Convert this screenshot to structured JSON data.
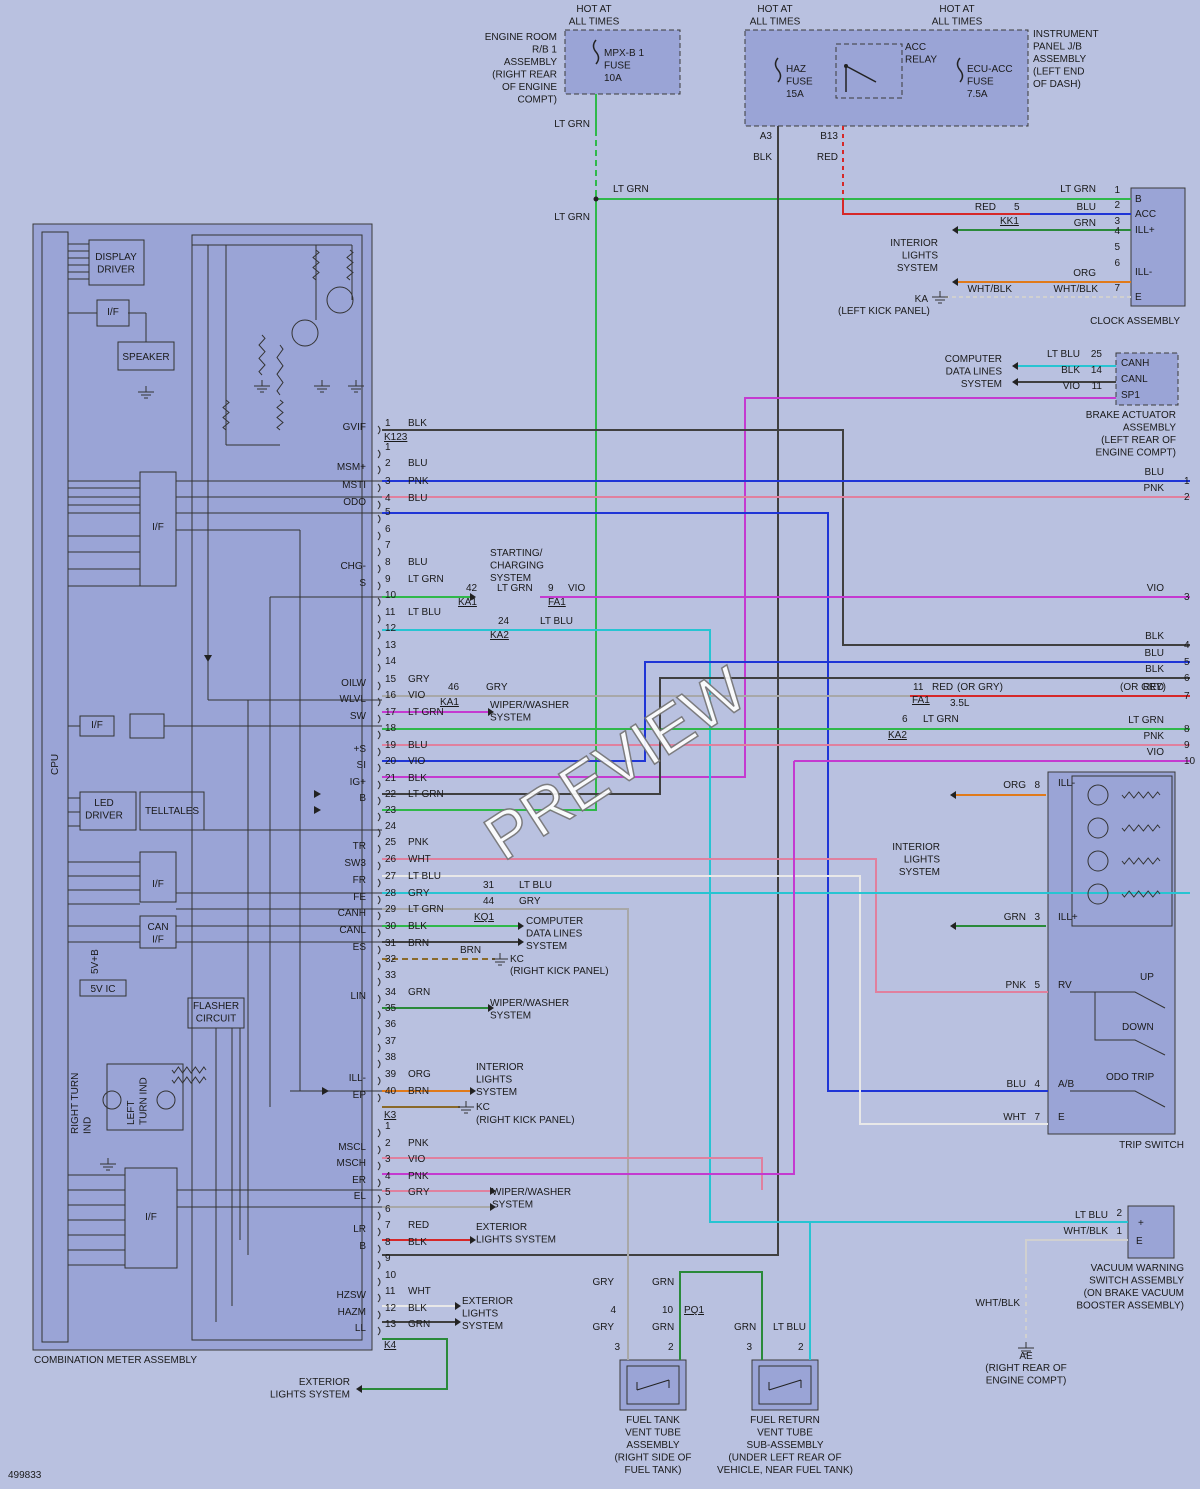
{
  "colors": {
    "BLK": "#404040",
    "BLU": "#1f35d6",
    "PNK": "#e0809e",
    "LTGRN": "#2fb84a",
    "VIO": "#c43ad0",
    "LTBLU": "#27c4d2",
    "GRY": "#a8a8a8",
    "RED": "#d62828",
    "ORG": "#e07a1a",
    "BRN": "#8a6a2a",
    "WHT": "#e8e8e8",
    "GRN": "#2a8a3a",
    "WHTBLK": "#d0d0d0"
  },
  "top": {
    "hot1": "HOT AT\nALL TIMES",
    "hot2": "HOT AT\nALL TIMES",
    "hot3": "HOT AT\nALL TIMES",
    "engine_rb": "ENGINE ROOM\nR/B 1\nASSEMBLY\n(RIGHT REAR\nOF ENGINE\nCOMPT)",
    "mpx_fuse": "MPX-B 1\nFUSE\n10A",
    "haz_fuse": "HAZ\nFUSE\n15A",
    "acc_relay": "ACC\nRELAY",
    "ecu_acc": "ECU-ACC\nFUSE\n7.5A",
    "inst_jb": "INSTRUMENT\nPANEL J/B\nASSEMBLY\n(LEFT END\nOF DASH)",
    "a3": "A3",
    "b13": "B13",
    "blk": "BLK",
    "red": "RED",
    "ltgrn1": "LT GRN",
    "ltgrn2": "LT GRN",
    "ltgrn3": "LT GRN"
  },
  "clock": {
    "pins": [
      "B",
      "ACC",
      "ILL+",
      "",
      "",
      "ILL-",
      "E"
    ],
    "nums": [
      "1",
      "2",
      "3",
      "4",
      "5",
      "6",
      "7"
    ],
    "wires": [
      "LT GRN",
      "BLU",
      "GRN",
      "",
      "",
      "ORG",
      "WHT/BLK"
    ],
    "red": "RED",
    "red_num": "5",
    "kk1": "KK1",
    "whtblk": "WHT/BLK",
    "ka": "KA",
    "left_panel": "(LEFT KICK PANEL)",
    "interior": "INTERIOR\nLIGHTS\nSYSTEM",
    "name": "CLOCK ASSEMBLY"
  },
  "brake": {
    "pins": [
      "CANH",
      "CANL",
      "SP1"
    ],
    "nums": [
      "25",
      "14",
      "11"
    ],
    "wires": [
      "LT BLU",
      "BLK",
      "VIO"
    ],
    "computer": "COMPUTER\nDATA LINES\nSYSTEM",
    "name": "BRAKE ACTUATOR\nASSEMBLY\n(LEFT REAR OF\nENGINE COMPT)"
  },
  "meter": {
    "name": "COMBINATION METER ASSEMBLY",
    "cpu": "CPU",
    "display": "DISPLAY\nDRIVER",
    "if": "I/F",
    "speaker": "SPEAKER",
    "led": "LED\nDRIVER",
    "telltales": "TELLTALES",
    "can": "CAN\nI/F",
    "flasher": "FLASHER\nCIRCUIT",
    "fivev": "5V IC",
    "fivevb": "5V+B",
    "rturn": "RIGHT TURN\nIND",
    "lturn": "LEFT\nTURN IND",
    "k123": "K123",
    "k3": "K3",
    "k4": "K4"
  },
  "pins_a": [
    {
      "n": "1",
      "sig": "GVIF",
      "w": "BLK"
    },
    {
      "n": "1",
      "sig": "",
      "w": ""
    },
    {
      "n": "2",
      "sig": "MSM+",
      "w": "BLU"
    },
    {
      "n": "3",
      "sig": "MSTI",
      "w": "PNK"
    },
    {
      "n": "4",
      "sig": "ODO",
      "w": "BLU"
    },
    {
      "n": "5",
      "sig": "",
      "w": ""
    },
    {
      "n": "6",
      "sig": "",
      "w": ""
    },
    {
      "n": "7",
      "sig": "",
      "w": ""
    },
    {
      "n": "8",
      "sig": "CHG-",
      "w": "BLU"
    },
    {
      "n": "9",
      "sig": "S",
      "w": "LT GRN"
    },
    {
      "n": "10",
      "sig": "",
      "w": ""
    },
    {
      "n": "11",
      "sig": "",
      "w": "LT BLU"
    },
    {
      "n": "12",
      "sig": "",
      "w": ""
    },
    {
      "n": "13",
      "sig": "",
      "w": ""
    },
    {
      "n": "14",
      "sig": "",
      "w": ""
    },
    {
      "n": "15",
      "sig": "OILW",
      "w": "GRY"
    },
    {
      "n": "16",
      "sig": "WLVL",
      "w": "VIO"
    },
    {
      "n": "17",
      "sig": "SW",
      "w": "LT GRN"
    },
    {
      "n": "18",
      "sig": "",
      "w": ""
    },
    {
      "n": "19",
      "sig": "+S",
      "w": "BLU"
    },
    {
      "n": "20",
      "sig": "SI",
      "w": "VIO"
    },
    {
      "n": "21",
      "sig": "IG+",
      "w": "BLK"
    },
    {
      "n": "22",
      "sig": "B",
      "w": "LT GRN"
    },
    {
      "n": "23",
      "sig": "",
      "w": ""
    },
    {
      "n": "24",
      "sig": "",
      "w": ""
    },
    {
      "n": "25",
      "sig": "TR",
      "w": "PNK"
    },
    {
      "n": "26",
      "sig": "SW3",
      "w": "WHT"
    },
    {
      "n": "27",
      "sig": "FR",
      "w": "LT BLU"
    },
    {
      "n": "28",
      "sig": "FE",
      "w": "GRY"
    },
    {
      "n": "29",
      "sig": "CANH",
      "w": "LT GRN"
    },
    {
      "n": "30",
      "sig": "CANL",
      "w": "BLK"
    },
    {
      "n": "31",
      "sig": "ES",
      "w": "BRN"
    },
    {
      "n": "32",
      "sig": "",
      "w": ""
    },
    {
      "n": "33",
      "sig": "",
      "w": ""
    },
    {
      "n": "34",
      "sig": "LIN",
      "w": "GRN"
    },
    {
      "n": "35",
      "sig": "",
      "w": ""
    },
    {
      "n": "36",
      "sig": "",
      "w": ""
    },
    {
      "n": "37",
      "sig": "",
      "w": ""
    },
    {
      "n": "38",
      "sig": "",
      "w": ""
    },
    {
      "n": "39",
      "sig": "ILL-",
      "w": "ORG"
    },
    {
      "n": "40",
      "sig": "EP",
      "w": "BRN"
    }
  ],
  "pins_b": [
    {
      "n": "1",
      "sig": "",
      "w": ""
    },
    {
      "n": "2",
      "sig": "MSCL",
      "w": "PNK"
    },
    {
      "n": "3",
      "sig": "MSCH",
      "w": "VIO"
    },
    {
      "n": "4",
      "sig": "ER",
      "w": "PNK"
    },
    {
      "n": "5",
      "sig": "EL",
      "w": "GRY"
    },
    {
      "n": "6",
      "sig": "",
      "w": ""
    },
    {
      "n": "7",
      "sig": "LR",
      "w": "RED"
    },
    {
      "n": "8",
      "sig": "B",
      "w": "BLK"
    },
    {
      "n": "9",
      "sig": "",
      "w": ""
    },
    {
      "n": "10",
      "sig": "",
      "w": ""
    },
    {
      "n": "11",
      "sig": "HZSW",
      "w": "WHT"
    },
    {
      "n": "12",
      "sig": "HAZM",
      "w": "BLK"
    },
    {
      "n": "13",
      "sig": "LL",
      "w": "GRN"
    }
  ],
  "mid": {
    "starting": "STARTING/\nCHARGING\nSYSTEM",
    "n42": "42",
    "ltgrn": "LT GRN",
    "n9": "9",
    "vio": "VIO",
    "ka1": "KA1",
    "fa1": "FA1",
    "n24": "24",
    "ltblu": "LT BLU",
    "ka2": "KA2",
    "n46": "46",
    "gry": "GRY",
    "wiper1": "WIPER/WASHER\nSYSTEM",
    "n11": "11",
    "redgry": "RED",
    "orgry": "(OR GRY)",
    "l35": "3.5L",
    "n6": "6",
    "ka2b": "KA2",
    "fa1b": "FA1",
    "n31": "31",
    "n44": "44",
    "kq1": "KQ1",
    "computer": "COMPUTER\nDATA LINES\nSYSTEM",
    "brn": "BRN",
    "kc": "KC",
    "rkp": "(RIGHT KICK PANEL)",
    "wiper2": "WIPER/WASHER\nSYSTEM",
    "interior": "INTERIOR\nLIGHTS\nSYSTEM",
    "kc2": "KC",
    "rkp2": "(RIGHT KICK PANEL)",
    "wiper3": "WIPER/WASHER\nSYSTEM",
    "ext1": "EXTERIOR\nLIGHTS SYSTEM",
    "ext2": "EXTERIOR\nLIGHTS\nSYSTEM",
    "ext3": "EXTERIOR\nLIGHTS SYSTEM"
  },
  "right_labels": {
    "items": [
      {
        "w": "BLU",
        "n": "1"
      },
      {
        "w": "PNK",
        "n": "2"
      },
      {
        "w": "VIO",
        "n": "3"
      },
      {
        "w": "BLK",
        "n": "4"
      },
      {
        "w": "BLU",
        "n": "5"
      },
      {
        "w": "BLK",
        "n": "6"
      },
      {
        "w": "RED",
        "n": "7"
      },
      {
        "w": "LT GRN",
        "n": "8"
      },
      {
        "w": "PNK",
        "n": "9"
      },
      {
        "w": "VIO",
        "n": "10"
      }
    ],
    "red_orgry": "(OR GRY)"
  },
  "illum": {
    "pins": [
      "ILL-",
      "ILL+"
    ],
    "nums": [
      "8",
      "3"
    ],
    "wires": [
      "ORG",
      "GRN"
    ],
    "interior": "INTERIOR\nLIGHTS\nSYSTEM"
  },
  "trip": {
    "pins": [
      "RV",
      "A/B",
      "E"
    ],
    "nums": [
      "5",
      "4",
      "7"
    ],
    "wires": [
      "PNK",
      "BLU",
      "WHT"
    ],
    "up": "UP",
    "down": "DOWN",
    "odo": "ODO TRIP",
    "name": "TRIP SWITCH"
  },
  "vacuum": {
    "pins": [
      "+",
      "E"
    ],
    "nums": [
      "2",
      "1"
    ],
    "wires": [
      "LT BLU",
      "WHT/BLK"
    ],
    "whtblk": "WHT/BLK",
    "ae": "AE",
    "ae_loc": "(RIGHT REAR OF\nENGINE COMPT)",
    "name": "VACUUM WARNING\nSWITCH ASSEMBLY\n(ON BRAKE VACUUM\nBOOSTER ASSEMBLY)"
  },
  "fuel": {
    "gry": "GRY",
    "grn": "GRN",
    "n4": "4",
    "n10": "10",
    "pq1": "PQ1",
    "n3": "3",
    "n2": "2",
    "grn2": "GRN",
    "ltblu": "LT BLU",
    "n3b": "3",
    "n2b": "2",
    "vent": "FUEL TANK\nVENT TUBE\nASSEMBLY\n(RIGHT SIDE OF\nFUEL TANK)",
    "ret": "FUEL RETURN\nVENT TUBE\nSUB-ASSEMBLY\n(UNDER LEFT REAR OF\nVEHICLE, NEAR FUEL TANK)"
  },
  "figure_id": "499833",
  "watermark": "PREVIEW"
}
